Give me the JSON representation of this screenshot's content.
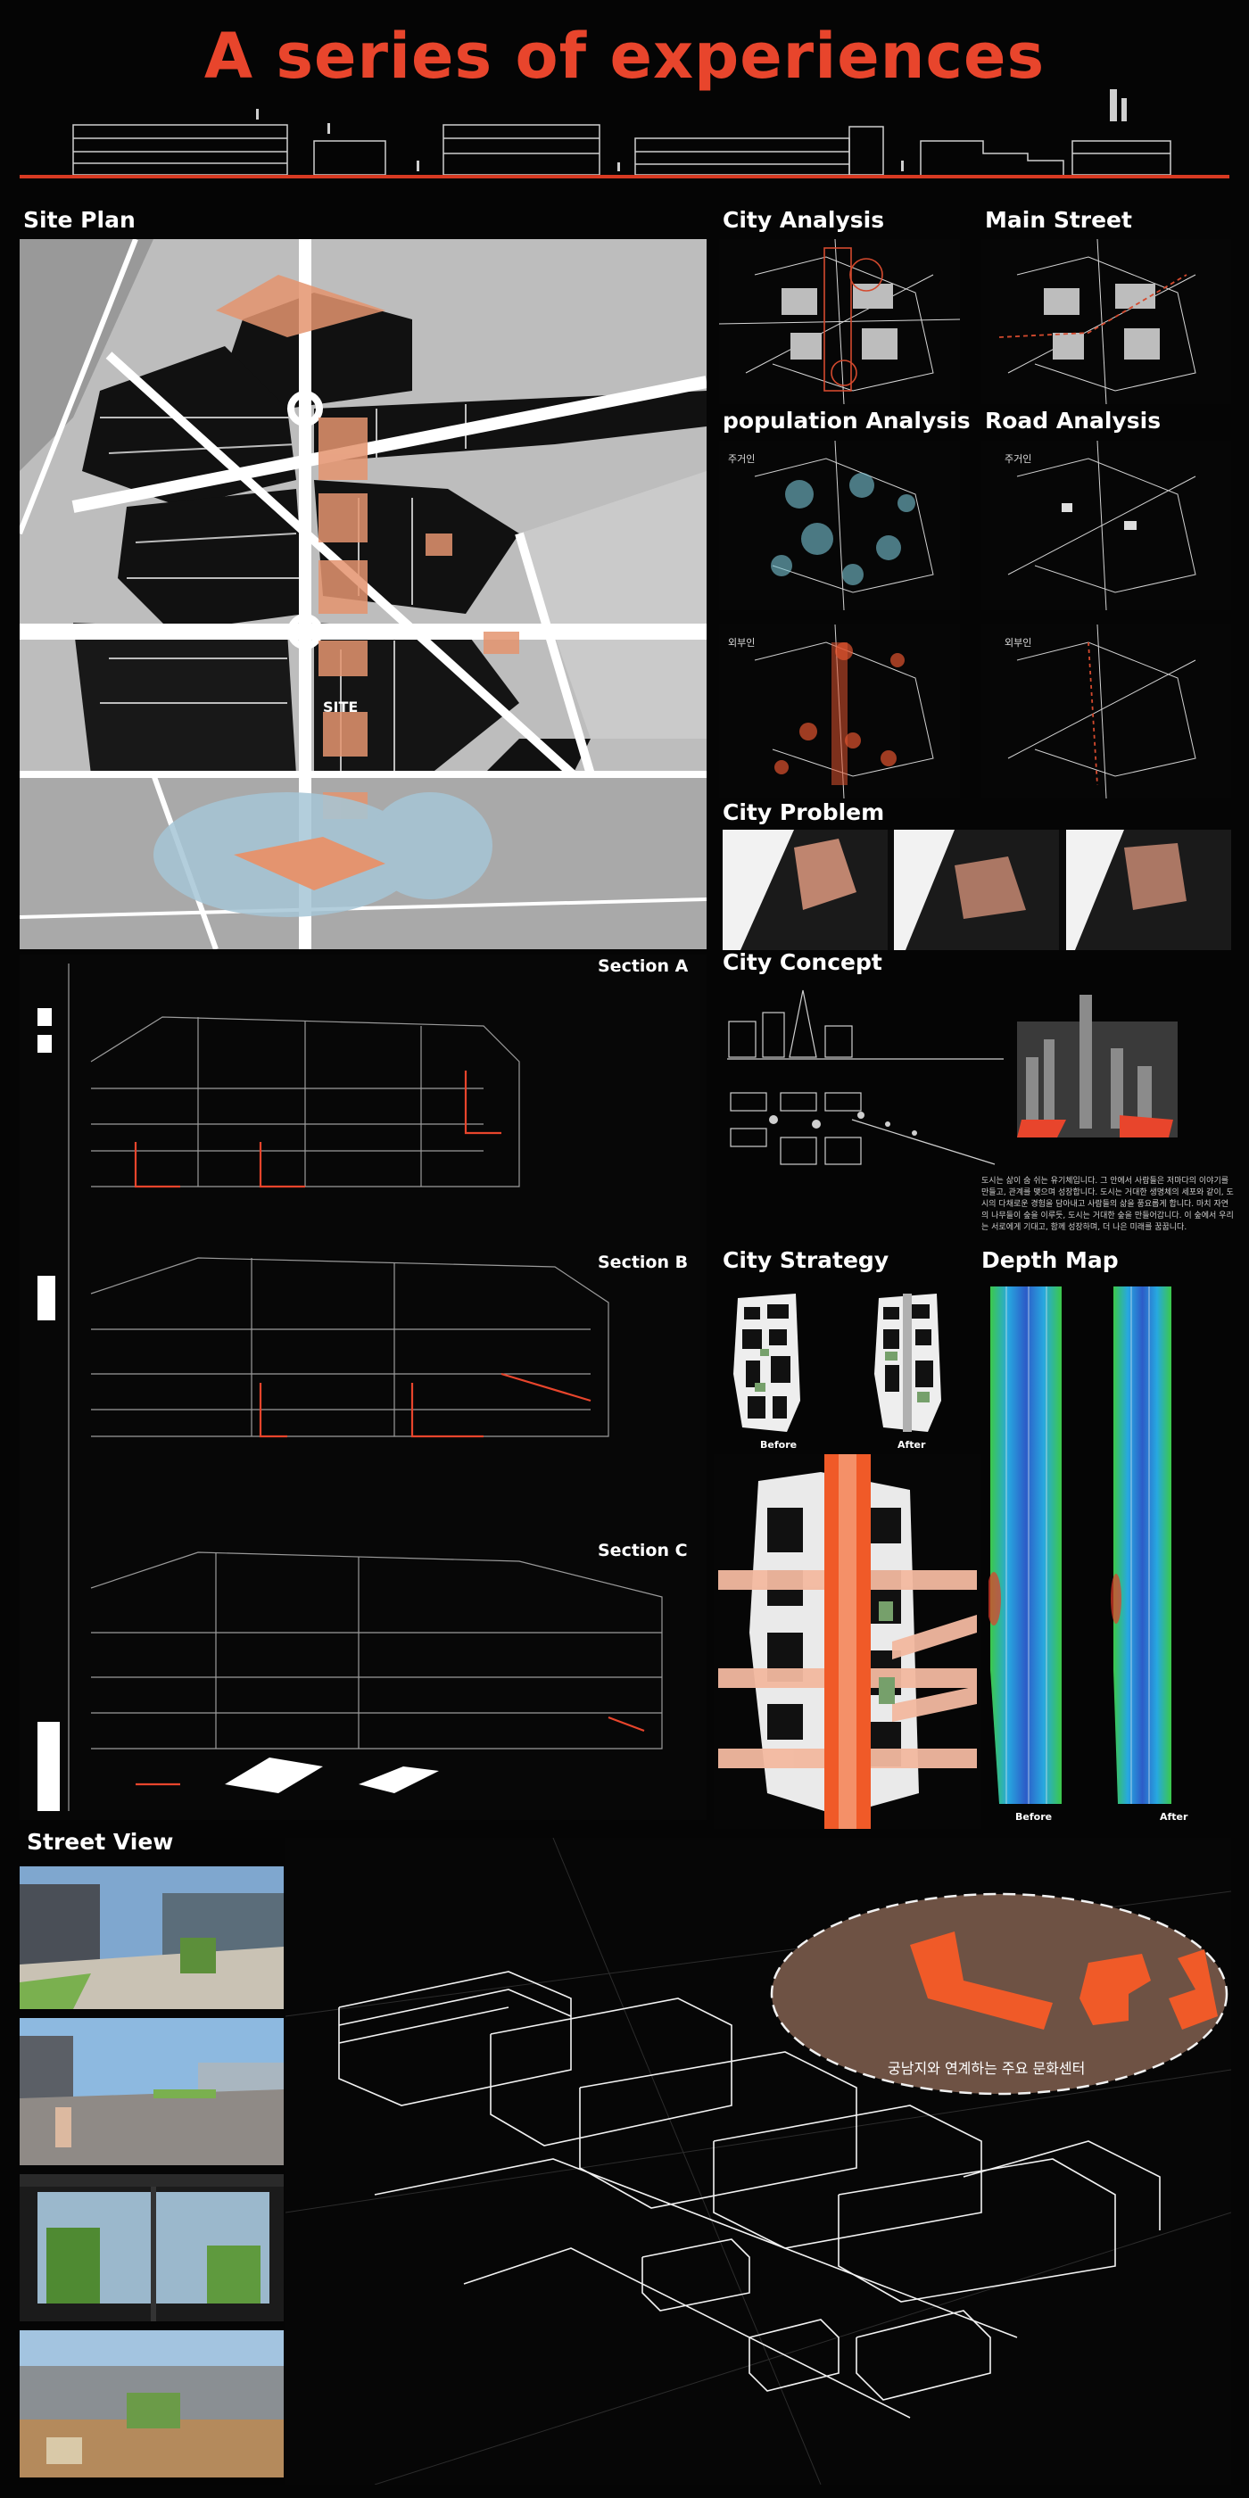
{
  "page": {
    "title": "A series of experiences"
  },
  "site_plan": {
    "label": "Site Plan",
    "site_tag": "SITE"
  },
  "analysis": {
    "city_analysis": "City Analysis",
    "main_street": "Main Street",
    "population_analysis": "population Analysis",
    "road_analysis": "Road Analysis",
    "resident_tag": "주거인",
    "outsider_tag": "외부인",
    "city_problem": "City Problem",
    "city_concept": "City Concept",
    "concept_text": "도시는 삶이 숨 쉬는 유기체입니다. 그 안에서 사람들은 저마다의 이야기를 만들고, 관계를 맺으며 성장합니다. 도시는 거대한 생명체의 세포와 같이, 도시의 다채로운 경험을 담아내고 사람들의 삶을 풍요롭게 합니다. 마치 자연의 나무들이 숲을 이루듯, 도시는 거대한 숲을 만들어갑니다. 이 숲에서 우리는 서로에게 기대고, 함께 성장하며, 더 나은 미래를 꿈꿉니다.",
    "city_strategy": "City Strategy",
    "depth_map": "Depth Map",
    "before": "Before",
    "after": "After"
  },
  "sections": {
    "a": "Section A",
    "b": "Section B",
    "c": "Section C"
  },
  "street_view": {
    "label": "Street View",
    "callout": "궁남지와 연계하는 주요 문화센터"
  },
  "colors": {
    "accent": "#e8452c",
    "orange": "#f05a28",
    "salmon": "#f3b9a0",
    "background": "#050505"
  }
}
